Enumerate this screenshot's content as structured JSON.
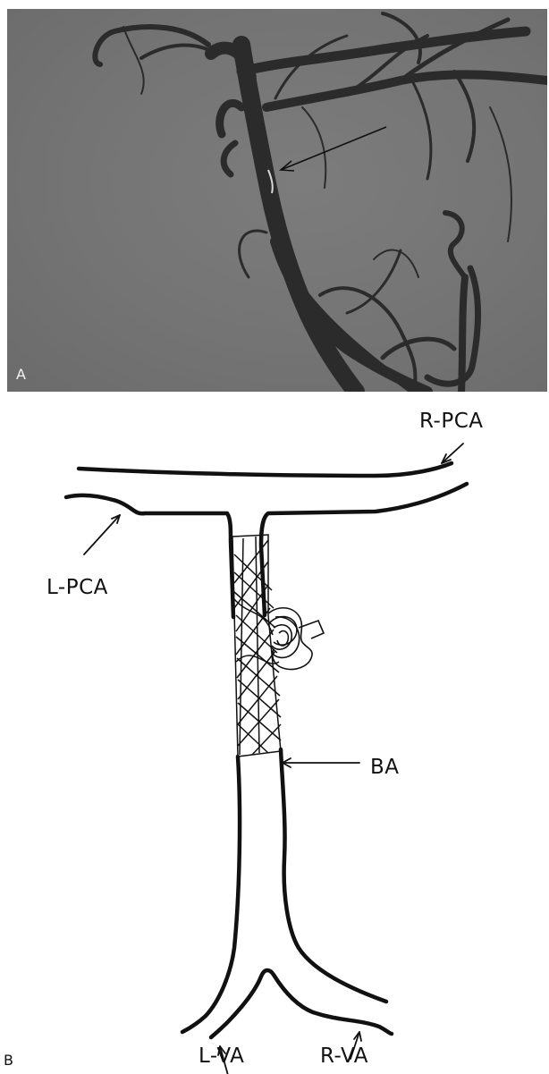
{
  "figure": {
    "panels": [
      {
        "id": "A",
        "letter": "A"
      },
      {
        "id": "B",
        "letter": "B"
      }
    ],
    "diagram_labels": {
      "r_pca": "R-PCA",
      "l_pca": "L-PCA",
      "ba": "BA",
      "l_va": "L-VA",
      "r_va": "R-VA"
    }
  },
  "colors": {
    "angiogram_bg": "#747474",
    "vessel": "#2a2a2a",
    "line": "#111111"
  }
}
